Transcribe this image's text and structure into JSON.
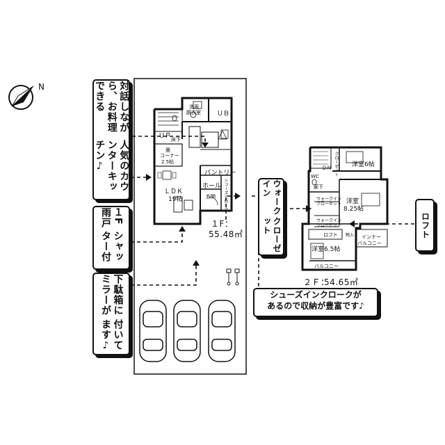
{
  "compass": {
    "north_label": "N"
  },
  "callouts": {
    "kitchen": [
      "対話しながら、お料理できる",
      "人気のカウンターキッチン♪"
    ],
    "shutter": [
      "１F雨戸",
      "シャッター付"
    ],
    "shoebox": [
      "下駄箱にミラーが",
      "付いてます♪"
    ],
    "walkin": [
      "ウォークイン",
      "クローゼット"
    ],
    "loft": "ロフト",
    "shoes_closet": [
      "シューズインクロークが",
      "あるので収納が豊富です♪"
    ]
  },
  "floor1": {
    "area_label": "１F：",
    "area_value": "55.48㎡",
    "rooms": {
      "ldk": "ＬＤＫ",
      "ldk_size": "19帖",
      "tatami": "畳",
      "tatami_corner": "コーナー",
      "tatami_size": "2.5帖",
      "bath": "ＵＢ",
      "wash": "洗面",
      "laundry": "脱衣室",
      "pantry": "パントリー",
      "hall": "ホール",
      "entrance": "玄関",
      "shoes_cloak": "シューズクローク",
      "up": "ＵＰ",
      "under_floor": "床下"
    }
  },
  "floor2": {
    "area_label": "２Ｆ：",
    "area_value": "54.65㎡",
    "rooms": {
      "western1": "洋室6帖",
      "western2": "洋室",
      "western2_size": "8.25帖",
      "western3": "洋室6.5帖",
      "closet": "クローゼット",
      "dn": "ＤＮ",
      "corridor": "廊下",
      "wic1": "ウォークイン",
      "wic1b": "クローゼット",
      "wic2": "ウォークイン",
      "wic2b": "クローゼット",
      "loft": "ロフト",
      "storage": "物入",
      "inner_balcony": "インナー",
      "inner_balcony2": "バルコニー",
      "balcony": "バルコニー",
      "wc": "WC"
    }
  }
}
